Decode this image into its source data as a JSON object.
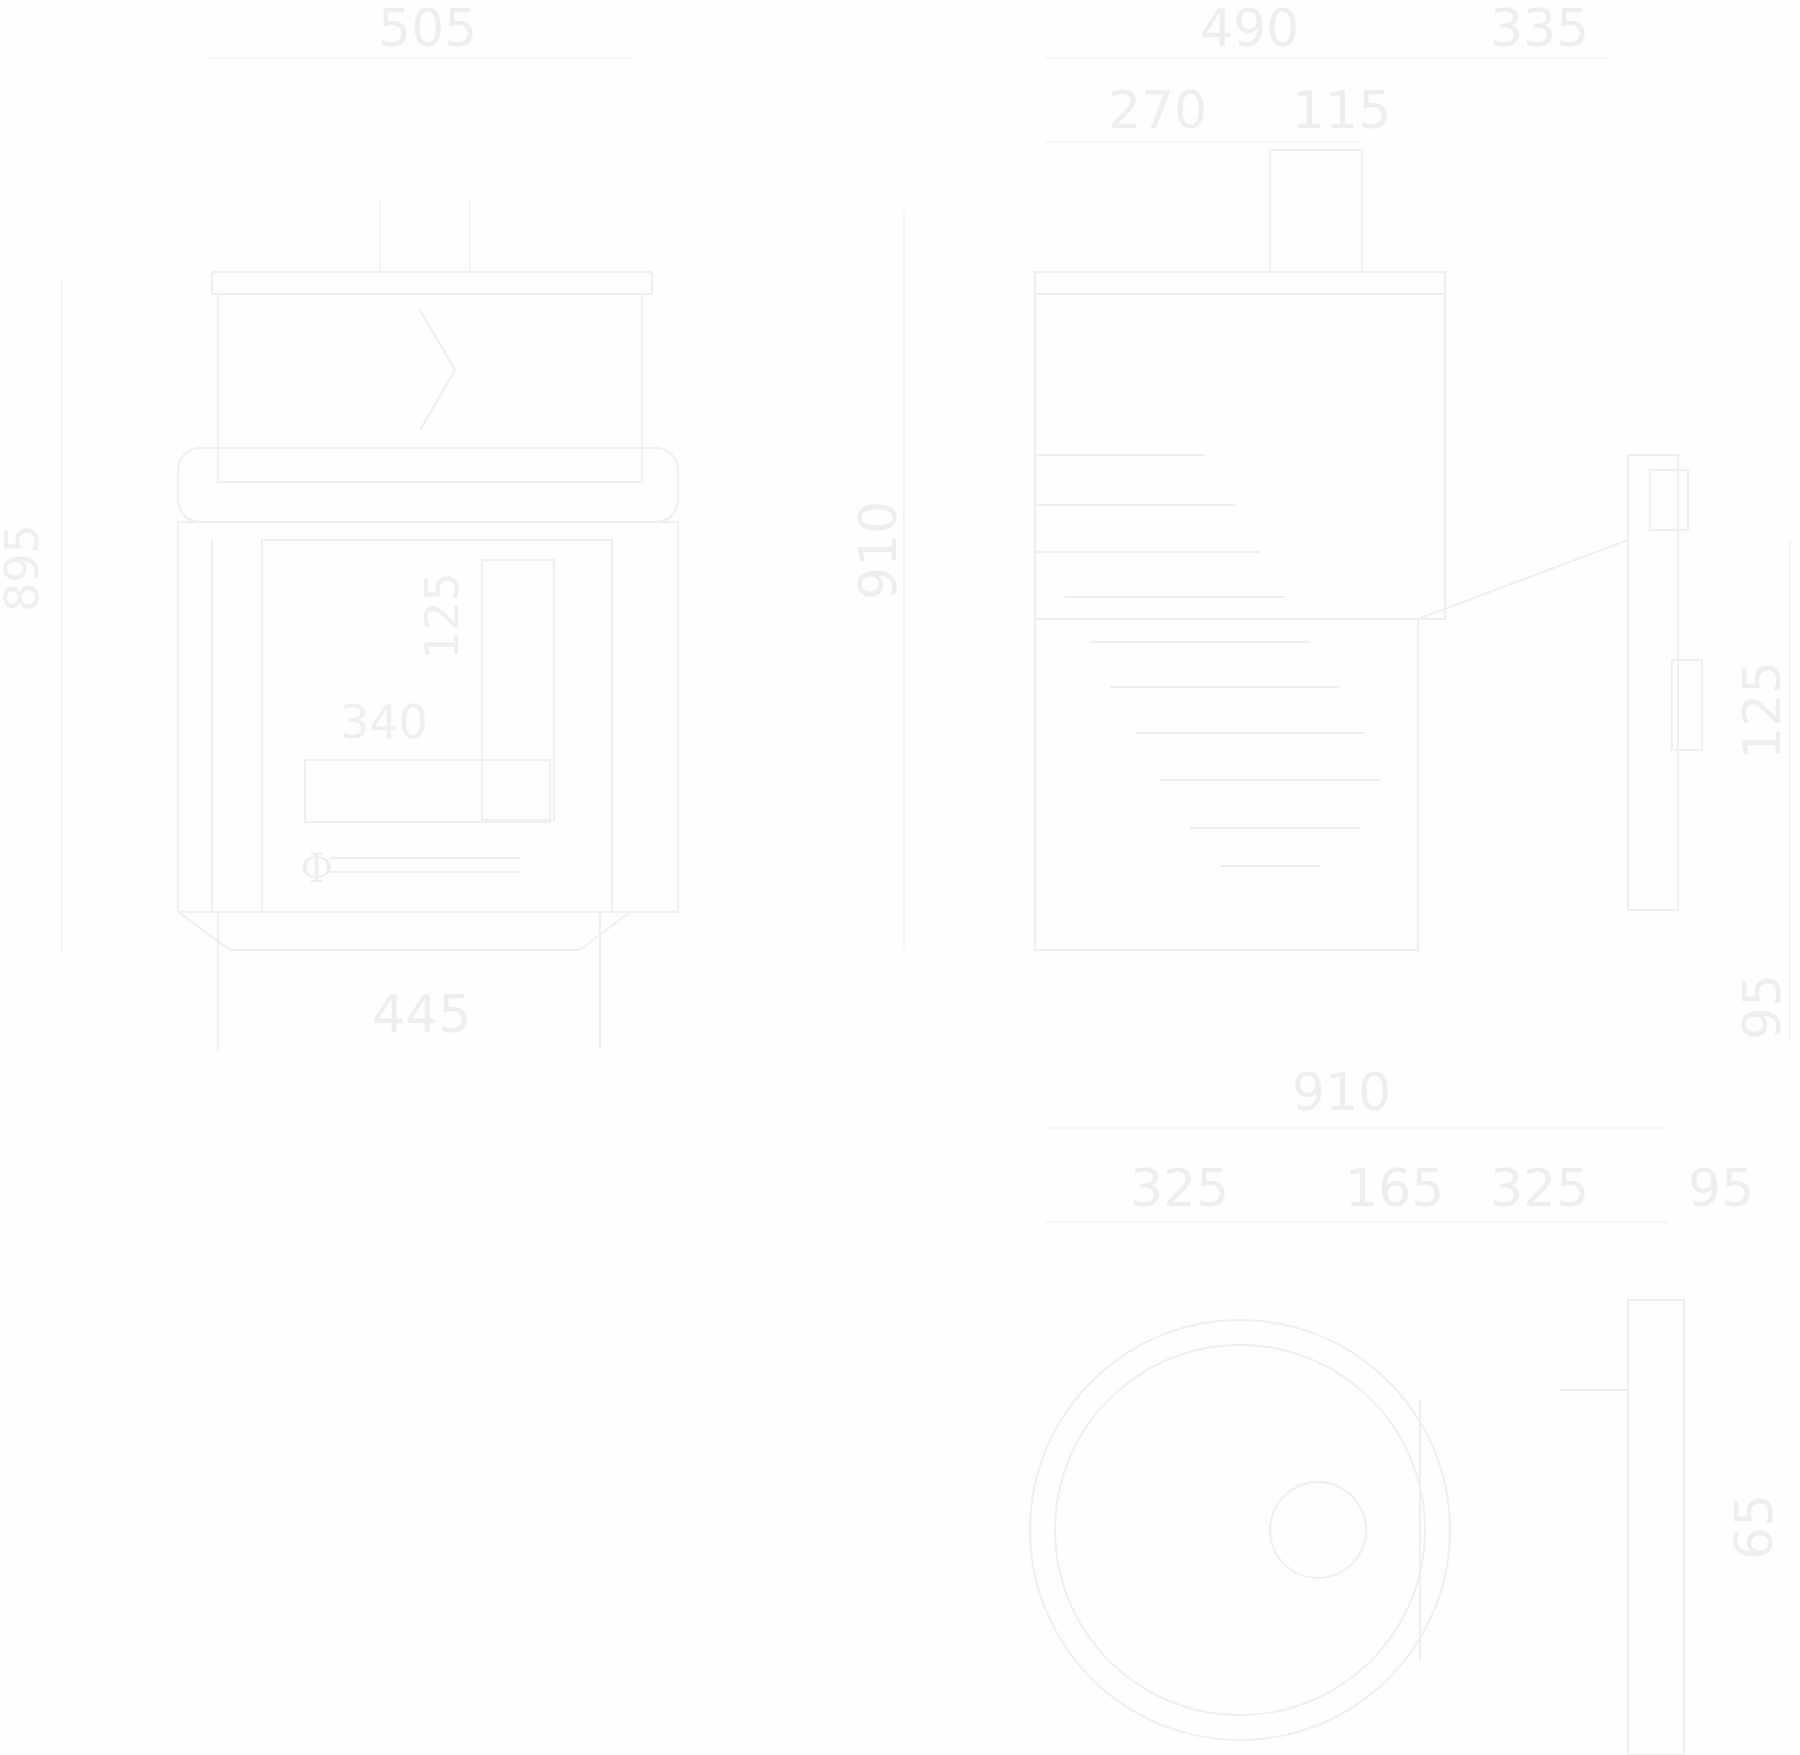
{
  "dimensions": {
    "front_top_width": "505",
    "front_side_height": "895",
    "front_bottom_width": "445",
    "front_inner_width": "340",
    "front_inner_vertical": "125",
    "center_height": "910",
    "top_right_a": "490",
    "top_right_b": "335",
    "top_right_c": "270",
    "top_right_d": "115",
    "right_side_a": "125",
    "right_side_b": "95",
    "bottom_total": "910",
    "bottom_a": "325",
    "bottom_b": "165",
    "bottom_c": "325",
    "bottom_d": "95",
    "round_view_side": "65"
  },
  "brand_text": "Ф"
}
